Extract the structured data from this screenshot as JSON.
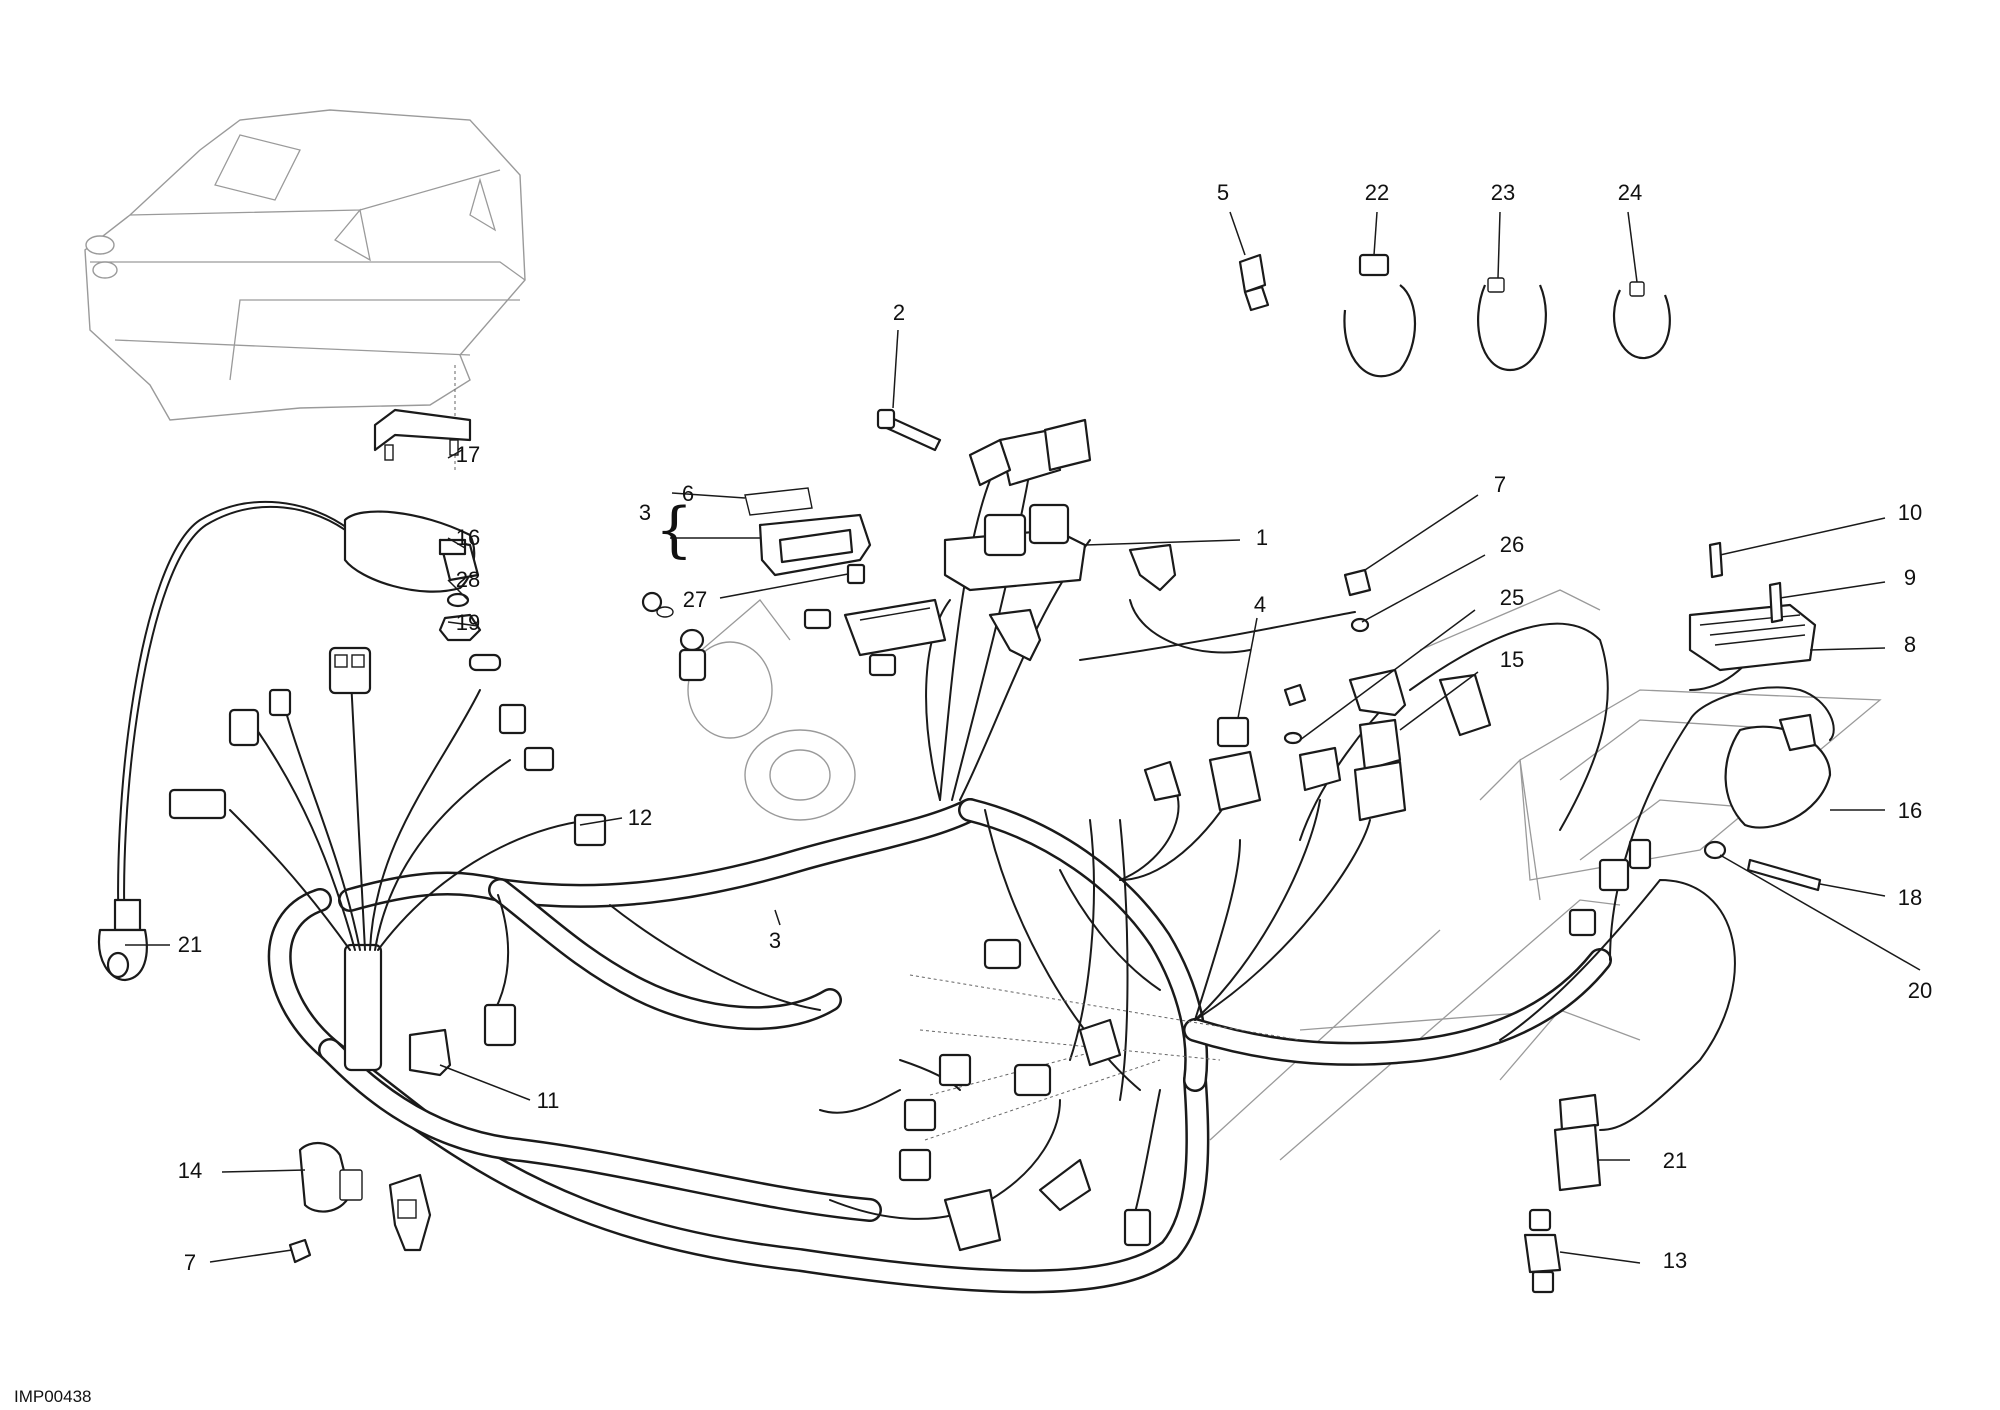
{
  "drawing_code": "IMP00438",
  "callouts": {
    "c1": "1",
    "c2": "2",
    "c3_group": "3",
    "c3_harness": "3",
    "c4": "4",
    "c5": "5",
    "c6": "6",
    "c7_top": "7",
    "c7_bottom": "7",
    "c8": "8",
    "c9": "9",
    "c10": "10",
    "c11": "11",
    "c12": "12",
    "c13": "13",
    "c14": "14",
    "c15": "15",
    "c16_left": "16",
    "c16_right": "16",
    "c17": "17",
    "c18": "18",
    "c19": "19",
    "c20": "20",
    "c21_left": "21",
    "c21_right": "21",
    "c22": "22",
    "c23": "23",
    "c24": "24",
    "c25": "25",
    "c26": "26",
    "c27": "27",
    "c28": "28"
  }
}
